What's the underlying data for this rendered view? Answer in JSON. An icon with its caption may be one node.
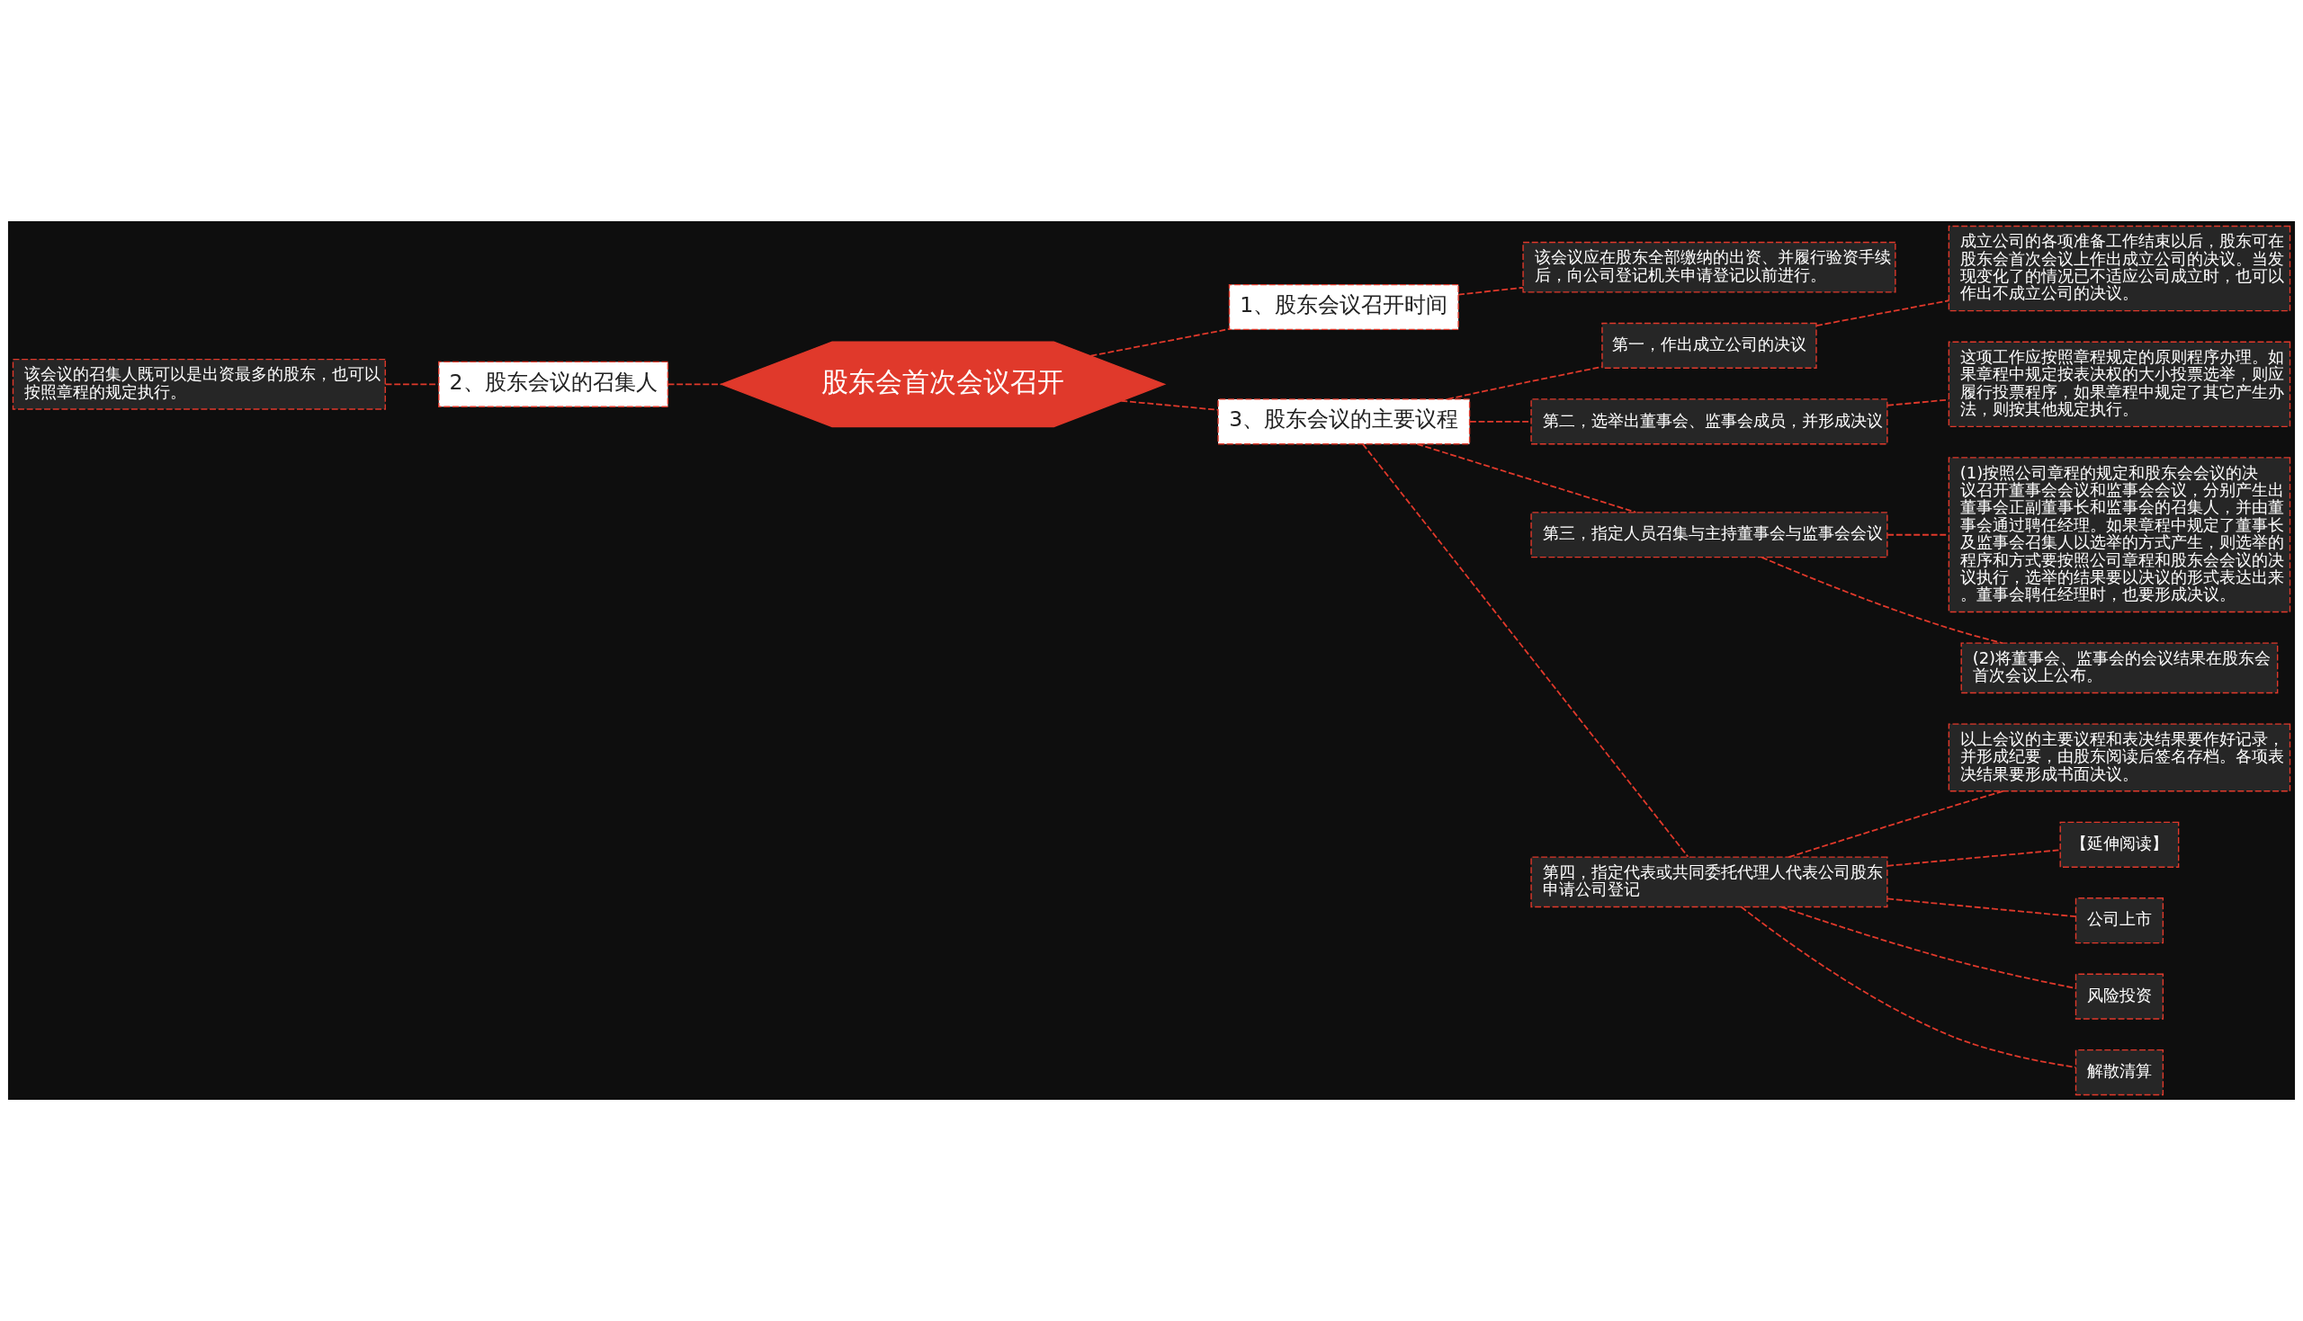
{
  "diagram": {
    "nodes": [
      {
        "text": [
          "股东会首次会议召开"
        ]
      },
      {
        "text": [
          "1、股东会议召开时间"
        ]
      },
      {
        "text": [
          "该会议应在股东全部缴纳的出资、并履行验资手续后，向公司登记机关申请登记以前进行。"
        ]
      },
      {
        "text": [
          "2、股东会议的召集人"
        ]
      },
      {
        "text": [
          "该会议的召集人既可以是出资最多的股东，也可以按照章程的规定执行。"
        ]
      },
      {
        "text": [
          "3、股东会议的主要议程"
        ]
      },
      {
        "text": [
          "第一，作出成立公司的决议"
        ]
      },
      {
        "text": [
          "成立公司的各项准备工作结束以后，股东可在股东会首次会议上作出成立公司的决议。当发现变化了的情况已不适应公司成立时，也可以作出不成立公司的决议。"
        ]
      },
      {
        "text": [
          "第二，选举出董事会、监事会成员，并形成决议"
        ]
      },
      {
        "text": [
          "这项工作应按照章程规定的原则程序办理。如果章程中规定按表决权的大小投票选举，则应履行投票程序，如果章程中规定了其它产生办法，则按其他规定执行。"
        ]
      },
      {
        "text": [
          "第三，指定人员召集与主持董事会与监事会会议"
        ]
      },
      {
        "text": [
          "(1)按照公司章程的规定和股东会会议的决议召开董事会会议和监事会会议，分别产生出董事会正副董事长和监事会的召集人，并由董事会通过聘任经理。如果章程中规定了董事长及监事会召集人以选举的方式产生，则选举的程序和方式要按照公司章程和股东会会议的决议执行，选举的结果要以决议的形式表达出来。董事会聘任经理时，也要形成决议。"
        ]
      },
      {
        "text": [
          "(2)将董事会、监事会的会议结果在股东会首次会议上公布。"
        ]
      },
      {
        "text": [
          "第四，指定代表或共同委托代理人代表公司股东申请公司登记"
        ]
      },
      {
        "text": [
          "以上会议的主要议程和表决结果要作好记录，并形成纪要，由股东阅读后签名存档。各项表决结果要形成书面决议。"
        ]
      },
      {
        "text": [
          "【延伸阅读】"
        ]
      },
      {
        "text": [
          "公司上市"
        ]
      },
      {
        "text": [
          "风险投资"
        ]
      },
      {
        "text": [
          "解散清算"
        ]
      }
    ],
    "edges": [
      {
        "from": 0,
        "to": 1,
        "arrow": "none",
        "style": "dashed"
      },
      {
        "from": 1,
        "to": 2,
        "arrow": "none",
        "style": "dashed"
      },
      {
        "from": 0,
        "to": 3,
        "arrow": "none",
        "style": "dashed"
      },
      {
        "from": 3,
        "to": 4,
        "arrow": "none",
        "style": "dashed"
      },
      {
        "from": 0,
        "to": 5,
        "arrow": "none",
        "style": "dashed"
      },
      {
        "from": 5,
        "to": 6,
        "arrow": "none",
        "style": "dashed"
      },
      {
        "from": 6,
        "to": 7,
        "arrow": "none",
        "style": "dashed"
      },
      {
        "from": 5,
        "to": 8,
        "arrow": "none",
        "style": "dashed"
      },
      {
        "from": 8,
        "to": 9,
        "arrow": "none",
        "style": "dashed"
      },
      {
        "from": 5,
        "to": 10,
        "arrow": "none",
        "style": "dashed"
      },
      {
        "from": 10,
        "to": 11,
        "arrow": "none",
        "style": "dashed"
      },
      {
        "from": 10,
        "to": 12,
        "arrow": "none",
        "style": "dashed"
      },
      {
        "from": 5,
        "to": 13,
        "arrow": "none",
        "style": "dashed"
      },
      {
        "from": 13,
        "to": 14,
        "arrow": "none",
        "style": "dashed"
      },
      {
        "from": 13,
        "to": 15,
        "arrow": "none",
        "style": "dashed"
      },
      {
        "from": 13,
        "to": 16,
        "arrow": "none",
        "style": "dashed"
      },
      {
        "from": 13,
        "to": 17,
        "arrow": "none",
        "style": "dashed"
      },
      {
        "from": 13,
        "to": 18,
        "arrow": "none",
        "style": "dashed"
      }
    ]
  }
}
